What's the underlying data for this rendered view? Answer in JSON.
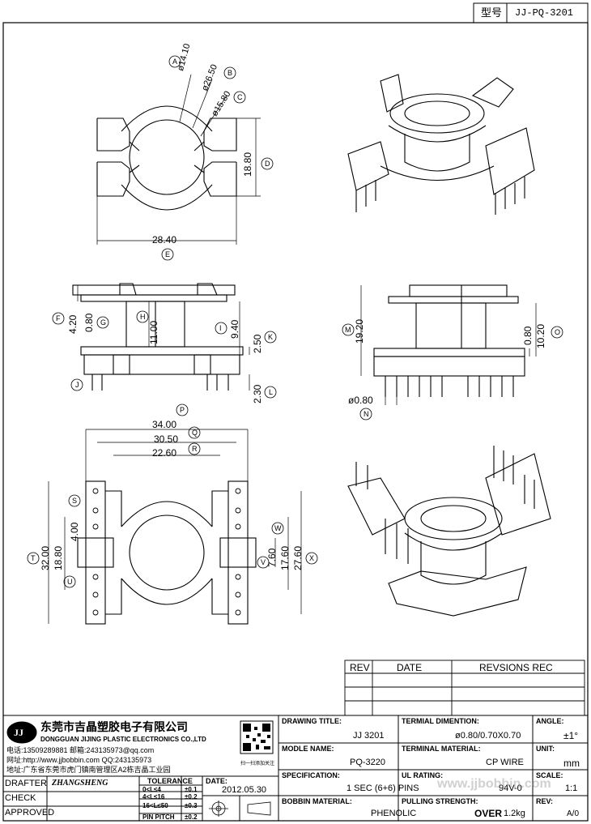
{
  "header": {
    "model_label": "型号",
    "model_value": "JJ-PQ-3201"
  },
  "dims": {
    "top": {
      "a": "ø14.10",
      "b": "ø26.50",
      "c": "ø15.80",
      "height": "18.80",
      "width": "28.40"
    },
    "side": {
      "f": "4.20",
      "g": "0.80",
      "h": "11.00",
      "i": "9.40",
      "k": "2.50",
      "l": "2.30"
    },
    "side2": {
      "m": "19.20",
      "o1": "0.80",
      "o2": "10.20",
      "n": "ø0.80"
    },
    "bottom": {
      "p": "34.00",
      "q": "30.50",
      "r": "22.60",
      "t": "32.00",
      "u": "18.80",
      "s": "4.00",
      "w": "7.60",
      "v": "17.60",
      "x": "27.60"
    }
  },
  "letters": [
    "A",
    "B",
    "C",
    "D",
    "E",
    "F",
    "G",
    "H",
    "I",
    "J",
    "K",
    "L",
    "M",
    "N",
    "O",
    "P",
    "Q",
    "R",
    "S",
    "T",
    "U",
    "V",
    "W",
    "X"
  ],
  "revision": {
    "rev": "REV",
    "date": "DATE",
    "rec": "REVSIONS REC"
  },
  "company": {
    "logo": "JJ",
    "name_cn": "东莞市吉晶塑胶电子有限公司",
    "name_en": "DONGGUAN JIJING PLASTIC ELECTRONICS CO.,LTD",
    "line1": "电话:13509289881  邮箱:243135973@qq.com",
    "line2": "网址:http://www.jjbobbin.com  QQ:243135973",
    "line3": "地址:广东省东莞市虎门镇南管理区A2栋吉晶工业园",
    "qr_caption": "扫一扫添加关注"
  },
  "title_block": {
    "drawing_title_label": "DRAWING TITLE:",
    "drawing_title": "JJ  3201",
    "terminal_dim_label": "TERMIAL DIMENTION:",
    "terminal_dim": "ø0.80/0.70X0.70",
    "angle_label": "ANGLE:",
    "angle": "±1°",
    "module_label": "MODLE NAME:",
    "module": "PQ-3220",
    "terminal_mat_label": "TERMINAL MATERIAL:",
    "terminal_mat": "CP WIRE",
    "unit_label": "UNIT:",
    "unit": "mm",
    "spec_label": "SPECIFICATION:",
    "spec": "1 SEC (6+6) PINS",
    "ul_label": "UL RATING:",
    "ul": "94V-0",
    "scale_label": "SCALE:",
    "scale": "1:1",
    "bobbin_label": "BOBBIN  MATERIAL:",
    "bobbin": "PHENOLIC",
    "pulling_label": "PULLING STRENGTH:",
    "pulling_a": "OVER",
    "pulling_b": "1.2kg",
    "rev_label": "REV:",
    "rev": "A/0",
    "drafter_label": "DRAFTER",
    "drafter": "ZHANGSHENG",
    "check_label": "CHECK",
    "approved_label": "APPROVED",
    "date_label": "DATE:",
    "date": "2012.05.30",
    "tol_label": "TOLERANCE",
    "tol_rows": [
      [
        "0<L≤4",
        "±0.1"
      ],
      [
        "4<L≤16",
        "±0.2"
      ],
      [
        "16<L≤50",
        "±0.3"
      ],
      [
        "PIN PITCH",
        "±0.2"
      ]
    ]
  },
  "watermark": "www.jjbobbin.com"
}
